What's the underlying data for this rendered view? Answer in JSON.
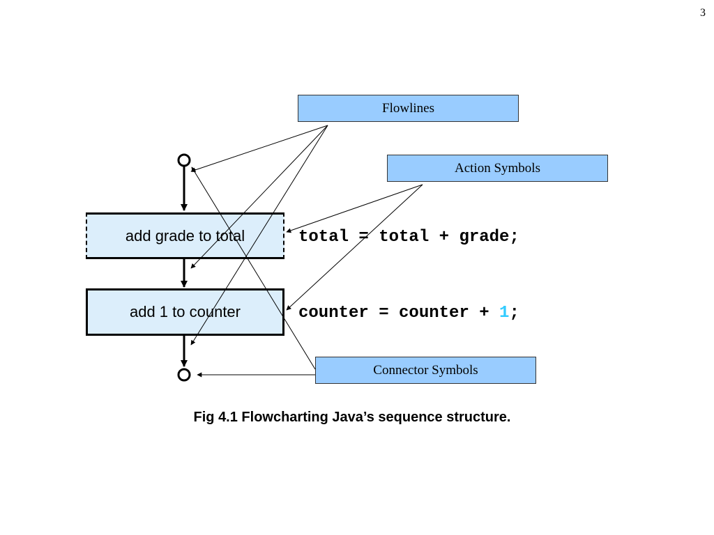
{
  "slide": {
    "page_number": "3"
  },
  "callouts": {
    "flowlines": "Flowlines",
    "action_symbols": "Action Symbols",
    "connector_symbols": "Connector Symbols"
  },
  "flowchart": {
    "action_top": "add grade to total",
    "action_bottom": "add 1 to counter"
  },
  "code": {
    "line1": "total = total + grade;",
    "line2_prefix": "counter = counter + ",
    "line2_literal": "1",
    "line2_suffix": ";"
  },
  "caption": "Fig 4.1  Flowcharting Java’s sequence structure.",
  "colors": {
    "callout_fill": "#99ccff",
    "action_fill": "#dceefb",
    "literal": "#33ccff"
  }
}
